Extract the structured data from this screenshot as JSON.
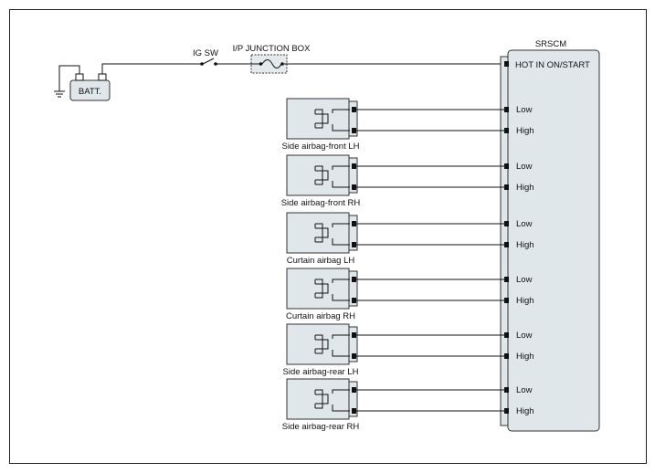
{
  "battery": {
    "label": "BATT."
  },
  "ignition_switch": {
    "label": "IG SW"
  },
  "junction_box": {
    "label": "I/P JUNCTION BOX"
  },
  "module": {
    "title": "SRSCM",
    "power_pin_label": "HOT IN ON/START"
  },
  "airbags": [
    {
      "name": "Side airbag-front LH",
      "low_label": "Low",
      "high_label": "High"
    },
    {
      "name": "Side airbag-front RH",
      "low_label": "Low",
      "high_label": "High"
    },
    {
      "name": "Curtain airbag LH",
      "low_label": "Low",
      "high_label": "High"
    },
    {
      "name": "Curtain airbag RH",
      "low_label": "Low",
      "high_label": "High"
    },
    {
      "name": "Side airbag-rear LH",
      "low_label": "Low",
      "high_label": "High"
    },
    {
      "name": "Side airbag-rear RH",
      "low_label": "Low",
      "high_label": "High"
    }
  ],
  "colors": {
    "component_fill": "#dfe7ea",
    "line": "#111111"
  }
}
